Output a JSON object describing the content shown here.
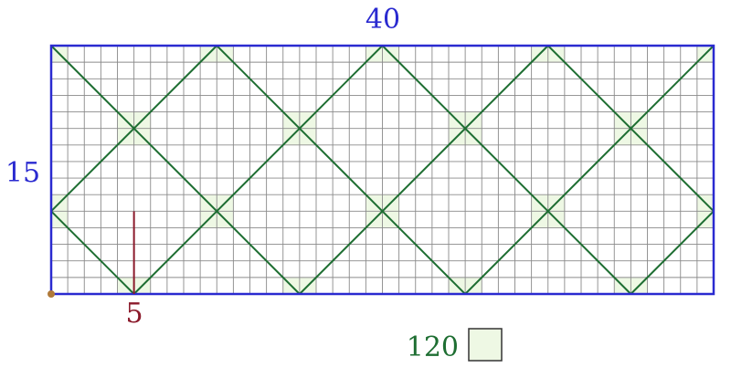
{
  "figure": {
    "top_label": "40",
    "left_label": "15",
    "segment_label": "5",
    "count_label": "120"
  },
  "grid": {
    "columns": 40,
    "rows": 15
  },
  "colors": {
    "border": "#2a2ad0",
    "grid_line": "#8a8a8a",
    "diagonal": "#1e6e32",
    "highlight": "#eef8e4",
    "segment": "#8b1a2b",
    "origin_dot": "#b07a3a",
    "label_blue": "#2a2ad0",
    "label_green": "#1e6e32",
    "label_red": "#8b1a2b"
  }
}
